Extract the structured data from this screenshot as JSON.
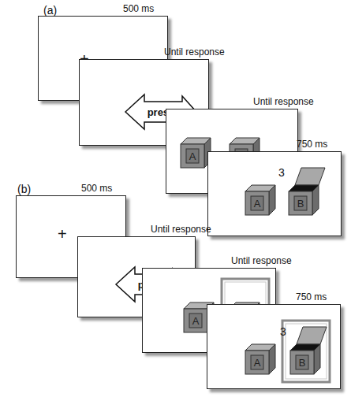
{
  "diagram": {
    "nodes": [
      {
        "text": [
          "500 ms",
          "+"
        ]
      },
      {
        "text": [
          "Until response"
        ]
      },
      {
        "text": [
          "press"
        ],
        "in": 1
      },
      {
        "text": [
          "Until response"
        ]
      },
      {
        "text": [
          "A"
        ],
        "in": 3
      },
      {
        "text": [
          "B"
        ],
        "in": 3
      },
      {
        "text": [
          "750 ms"
        ]
      },
      {
        "text": [
          "A"
        ],
        "in": 6
      },
      {
        "text": [
          "3",
          "B"
        ],
        "in": 6
      },
      {
        "text": [
          "500 ms",
          "+"
        ]
      },
      {
        "text": [
          "Until response"
        ]
      },
      {
        "text": [
          "press"
        ],
        "in": 10
      },
      {
        "text": [
          "Until response"
        ]
      },
      {
        "text": [
          "A"
        ],
        "in": 12
      },
      {
        "text": [
          "B"
        ],
        "in": 12
      },
      {
        "text": [
          "750 ms"
        ]
      },
      {
        "text": [
          "A"
        ],
        "in": 15
      },
      {
        "text": [
          "3",
          "B"
        ],
        "in": 15
      }
    ],
    "labels": [
      "(a)",
      "(b)"
    ]
  }
}
